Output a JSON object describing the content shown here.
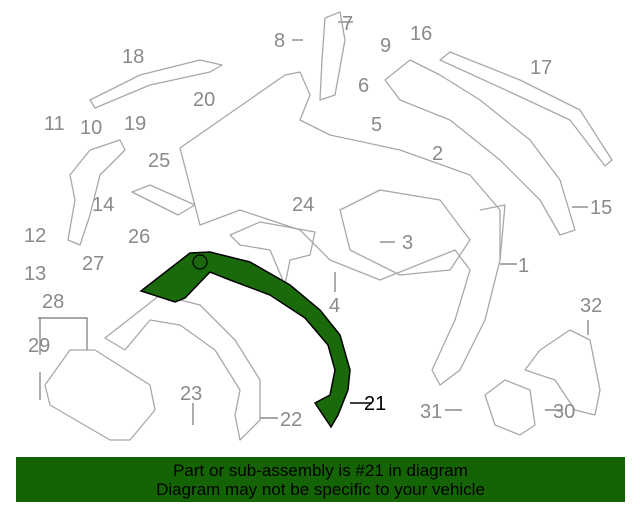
{
  "diagram": {
    "highlighted_part": "21",
    "highlight_color": "#1a6a0c",
    "line_color": "#a8a8a8",
    "callouts": [
      "1",
      "2",
      "3",
      "4",
      "5",
      "6",
      "7",
      "8",
      "9",
      "10",
      "11",
      "12",
      "13",
      "14",
      "15",
      "16",
      "17",
      "18",
      "19",
      "20",
      "21",
      "22",
      "23",
      "24",
      "25",
      "26",
      "27",
      "28",
      "29",
      "30",
      "31",
      "32"
    ]
  },
  "banner": {
    "line1": "Part or sub-assembly is #21 in diagram",
    "line2": "Diagram may not be specific to your vehicle",
    "background": "#146405"
  }
}
